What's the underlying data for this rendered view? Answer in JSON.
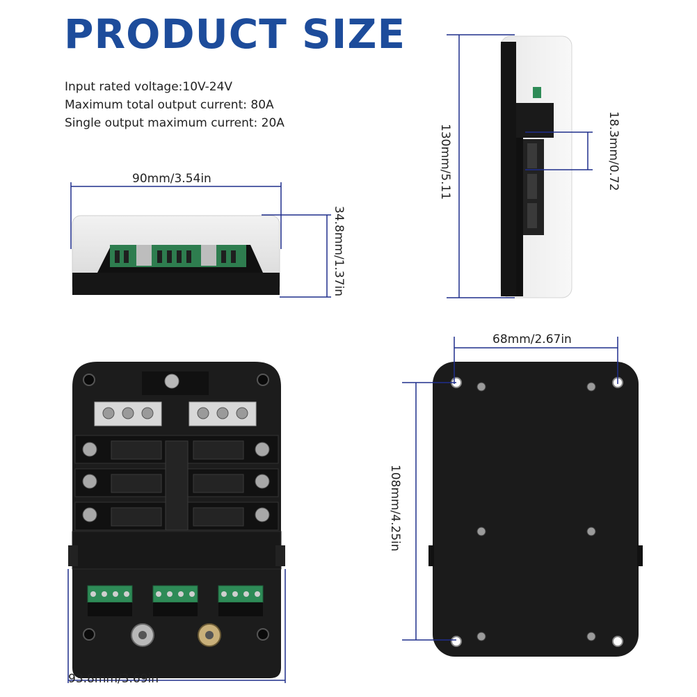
{
  "title": "PRODUCT SIZE",
  "specs": [
    "Input rated voltage:10V-24V",
    "Maximum total output current: 80A",
    "Single output maximum current: 20A"
  ],
  "dimensions": {
    "front_width": "90mm/3.54in",
    "front_height": "34.8mm/1.37in",
    "side_height": "130mm/5.11",
    "side_terminal": "18.3mm/0.72",
    "back_width": "68mm/2.67in",
    "back_height": "108mm/4.25in",
    "top_width": "93.8mm/3.69in"
  },
  "colors": {
    "title_blue": "#1d4c9b",
    "dimension_line": "#1f2e8c",
    "body_black": "#1a1a1a",
    "terminal_green": "#2e8b57"
  }
}
